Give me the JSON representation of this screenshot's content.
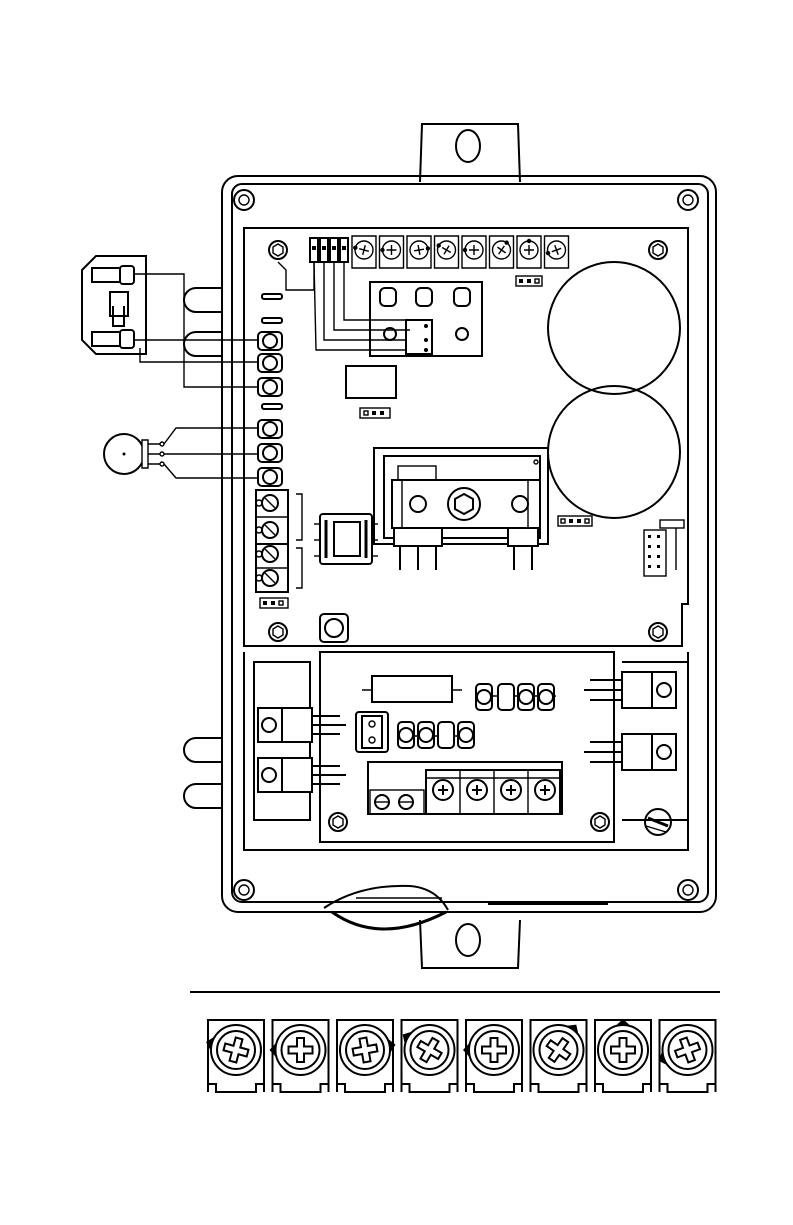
{
  "diagram": {
    "colors": {
      "stroke": "#000000",
      "background": "#ffffff"
    },
    "trimmer_pots_row": [
      {
        "id": "pot-1",
        "wiper_angle_deg": 195
      },
      {
        "id": "pot-2",
        "wiper_angle_deg": 180
      },
      {
        "id": "pot-3",
        "wiper_angle_deg": 350
      },
      {
        "id": "pot-4",
        "wiper_angle_deg": 210
      },
      {
        "id": "pot-5",
        "wiper_angle_deg": 180
      },
      {
        "id": "pot-6",
        "wiper_angle_deg": 305
      },
      {
        "id": "pot-7",
        "wiper_angle_deg": 270
      },
      {
        "id": "pot-8",
        "wiper_angle_deg": 160
      }
    ]
  }
}
